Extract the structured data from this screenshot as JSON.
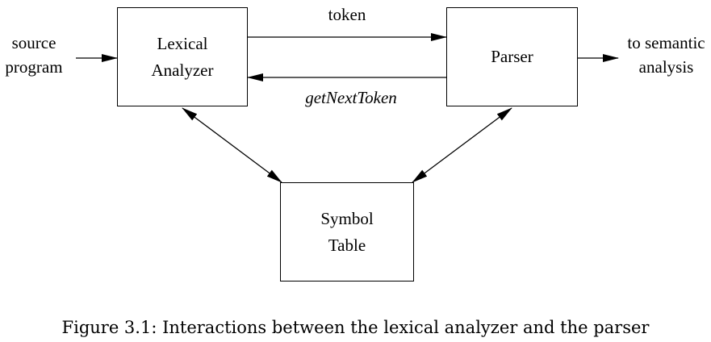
{
  "diagram": {
    "lexer": "Lexical\nAnalyzer",
    "parser": "Parser",
    "symbol_table": "Symbol\nTable",
    "source_label": "source\nprogram",
    "output_label": "to semantic\nanalysis",
    "token_label": "token",
    "get_next_token_label": "getNextToken"
  },
  "caption": "Figure 3.1: Interactions between the lexical analyzer and the parser",
  "colors": {
    "stroke": "#000000",
    "background": "#ffffff"
  }
}
